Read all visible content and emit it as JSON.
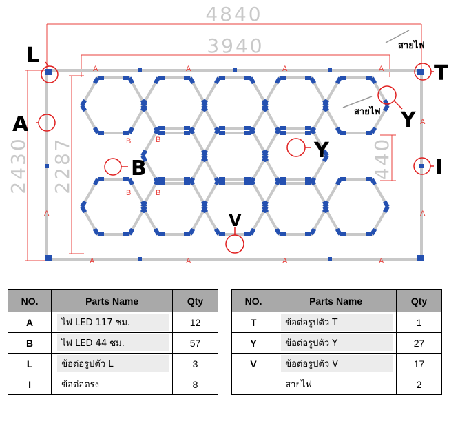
{
  "diagram": {
    "dimensions": {
      "total_width": "4840",
      "inner_width": "3940",
      "total_height": "2430",
      "inner_height": "2287",
      "cell_height": "440"
    },
    "callouts": {
      "L": "L",
      "T": "T",
      "A": "A",
      "B": "B",
      "I": "I",
      "Y1": "Y",
      "Y2": "Y",
      "V": "V"
    },
    "part_marks": {
      "A": "A",
      "B": "B"
    },
    "cable_label": "สายไฟ",
    "colors": {
      "frame": "#c8c8c8",
      "connector": "#2450b0",
      "dimension_line": "#e8413c",
      "callout_circle": "#e02020"
    }
  },
  "tables": [
    {
      "headers": [
        "NO.",
        "Parts Name",
        "Qty"
      ],
      "rows": [
        {
          "no": "A",
          "name": "ไฟ LED 117 ซม.",
          "qty": "12"
        },
        {
          "no": "B",
          "name": "ไฟ LED 44 ซม.",
          "qty": "57"
        },
        {
          "no": "L",
          "name": "ข้อต่อรูปตัว L",
          "qty": "3"
        },
        {
          "no": "I",
          "name": "ข้อต่อตรง",
          "qty": "8"
        }
      ]
    },
    {
      "headers": [
        "NO.",
        "Parts Name",
        "Qty"
      ],
      "rows": [
        {
          "no": "T",
          "name": "ข้อต่อรูปตัว T",
          "qty": "1"
        },
        {
          "no": "Y",
          "name": "ข้อต่อรูปตัว Y",
          "qty": "27"
        },
        {
          "no": "V",
          "name": "ข้อต่อรูปตัว V",
          "qty": "17"
        },
        {
          "no": "",
          "name": "สายไฟ",
          "qty": "2"
        }
      ]
    }
  ]
}
